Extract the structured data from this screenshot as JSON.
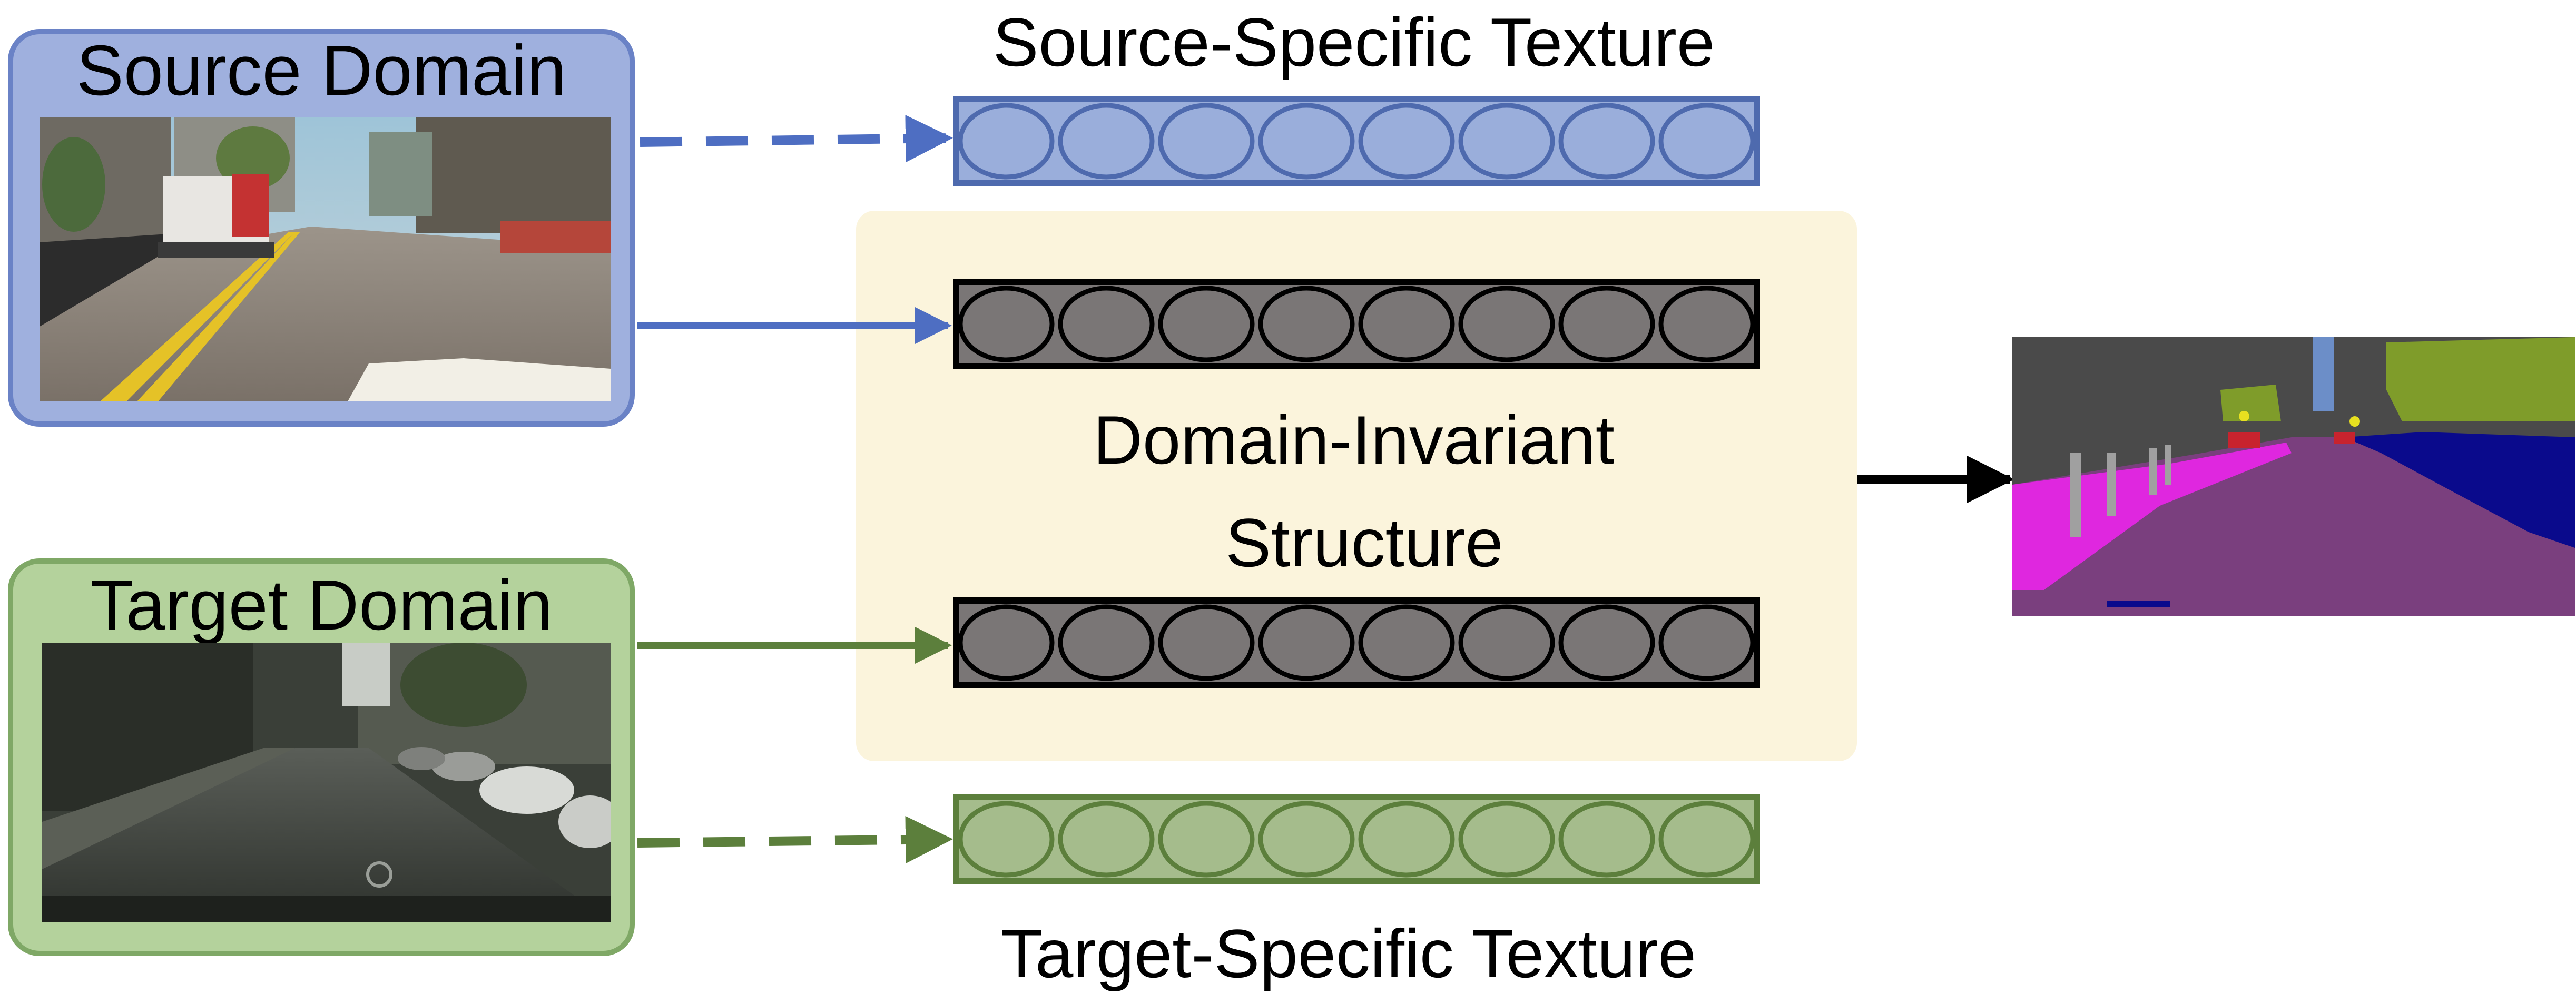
{
  "source": {
    "title": "Source Domain",
    "color_fill": "#9FB0DE",
    "color_border": "#6A82C6",
    "feature_fill": "#9AAEDB",
    "feature_border": "#4E6AAE",
    "arrow_color": "#4E6EC2"
  },
  "target": {
    "title": "Target Domain",
    "color_fill": "#B4D29C",
    "color_border": "#7FA866",
    "feature_fill": "#A5BC8C",
    "feature_border": "#5C7F3C",
    "arrow_color": "#5C7F3C"
  },
  "labels": {
    "source_texture": "Source-Specific Texture",
    "target_texture": "Target-Specific Texture",
    "invariant_line1": "Domain-Invariant",
    "invariant_line2": "Structure"
  },
  "invariant": {
    "panel_fill": "#FBF4DC",
    "feature_fill": "#7A7676",
    "feature_border": "#000000"
  },
  "output_arrow_color": "#000000",
  "seg_colors": {
    "sky": "#4A4A4A",
    "road": "#7A3F7E",
    "sidewalk": "#DF27DF",
    "vegetation": "#7F9C2A",
    "car": "#0A0A8C",
    "pole": "#A0A0A0"
  },
  "encoder": {
    "units": 8
  }
}
